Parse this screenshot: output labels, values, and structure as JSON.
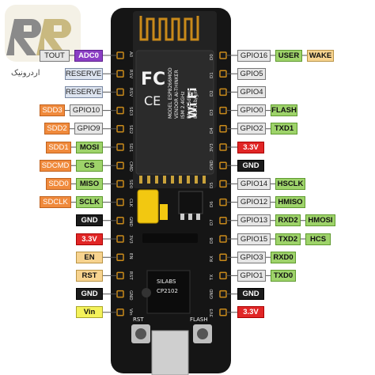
{
  "logo": {
    "text": "اردرونیک"
  },
  "left_rows": [
    {
      "name": "row-adc0",
      "labels": [
        {
          "text": "TOUT",
          "style": "gray"
        },
        {
          "text": "ADC0",
          "style": "purple"
        }
      ]
    },
    {
      "name": "row-reserved-1",
      "labels": [
        {
          "text": "RESERVED",
          "style": "blue-gray"
        }
      ]
    },
    {
      "name": "row-reserved-2",
      "labels": [
        {
          "text": "RESERVED",
          "style": "blue-gray"
        }
      ]
    },
    {
      "name": "row-gpio10",
      "labels": [
        {
          "text": "SDD3",
          "style": "orange"
        },
        {
          "text": "GPIO10",
          "style": "gray"
        }
      ]
    },
    {
      "name": "row-gpio9",
      "labels": [
        {
          "text": "SDD2",
          "style": "orange"
        },
        {
          "text": "GPIO9",
          "style": "gray"
        }
      ]
    },
    {
      "name": "row-mosi",
      "labels": [
        {
          "text": "SDD1",
          "style": "orange"
        },
        {
          "text": "MOSI",
          "style": "green"
        }
      ]
    },
    {
      "name": "row-cs",
      "labels": [
        {
          "text": "SDCMD",
          "style": "orange"
        },
        {
          "text": "CS",
          "style": "green"
        }
      ]
    },
    {
      "name": "row-miso",
      "labels": [
        {
          "text": "SDD0",
          "style": "orange"
        },
        {
          "text": "MISO",
          "style": "green"
        }
      ]
    },
    {
      "name": "row-sclk",
      "labels": [
        {
          "text": "SDCLK",
          "style": "orange"
        },
        {
          "text": "SCLK",
          "style": "green"
        }
      ]
    },
    {
      "name": "row-gnd-1",
      "labels": [
        {
          "text": "GND",
          "style": "black"
        }
      ]
    },
    {
      "name": "row-3v3-1",
      "labels": [
        {
          "text": "3.3V",
          "style": "red"
        }
      ]
    },
    {
      "name": "row-en",
      "labels": [
        {
          "text": "EN",
          "style": "tan"
        }
      ]
    },
    {
      "name": "row-rst",
      "labels": [
        {
          "text": "RST",
          "style": "tan"
        }
      ]
    },
    {
      "name": "row-gnd-2",
      "labels": [
        {
          "text": "GND",
          "style": "black"
        }
      ]
    },
    {
      "name": "row-vin",
      "labels": [
        {
          "text": "Vin",
          "style": "yellow"
        }
      ]
    }
  ],
  "right_rows": [
    {
      "name": "row-gpio16",
      "labels": [
        {
          "text": "GPIO16",
          "style": "gray"
        },
        {
          "text": "USER",
          "style": "green"
        },
        {
          "text": "WAKE",
          "style": "tan"
        }
      ]
    },
    {
      "name": "row-gpio5",
      "labels": [
        {
          "text": "GPIO5",
          "style": "gray"
        }
      ]
    },
    {
      "name": "row-gpio4",
      "labels": [
        {
          "text": "GPIO4",
          "style": "gray"
        }
      ]
    },
    {
      "name": "row-gpio0",
      "labels": [
        {
          "text": "GPIO0",
          "style": "gray"
        },
        {
          "text": "FLASH",
          "style": "green"
        }
      ]
    },
    {
      "name": "row-gpio2",
      "labels": [
        {
          "text": "GPIO2",
          "style": "gray"
        },
        {
          "text": "TXD1",
          "style": "green"
        }
      ]
    },
    {
      "name": "row-3v3-2",
      "labels": [
        {
          "text": "3.3V",
          "style": "red"
        }
      ]
    },
    {
      "name": "row-gnd-3",
      "labels": [
        {
          "text": "GND",
          "style": "black"
        }
      ]
    },
    {
      "name": "row-gpio14",
      "labels": [
        {
          "text": "GPIO14",
          "style": "gray"
        },
        {
          "text": "HSCLK",
          "style": "green"
        }
      ]
    },
    {
      "name": "row-gpio12",
      "labels": [
        {
          "text": "GPIO12",
          "style": "gray"
        },
        {
          "text": "HMISO",
          "style": "green"
        }
      ]
    },
    {
      "name": "row-gpio13",
      "labels": [
        {
          "text": "GPIO13",
          "style": "gray"
        },
        {
          "text": "RXD2",
          "style": "green"
        },
        {
          "text": "HMOSI",
          "style": "green"
        }
      ]
    },
    {
      "name": "row-gpio15",
      "labels": [
        {
          "text": "GPIO15",
          "style": "gray"
        },
        {
          "text": "TXD2",
          "style": "green"
        },
        {
          "text": "HCS",
          "style": "green"
        }
      ]
    },
    {
      "name": "row-gpio3",
      "labels": [
        {
          "text": "GPIO3",
          "style": "gray"
        },
        {
          "text": "RXD0",
          "style": "green"
        }
      ]
    },
    {
      "name": "row-gpio1",
      "labels": [
        {
          "text": "GPIO1",
          "style": "gray"
        },
        {
          "text": "TXD0",
          "style": "green"
        }
      ]
    },
    {
      "name": "row-gnd-4",
      "labels": [
        {
          "text": "GND",
          "style": "black"
        }
      ]
    },
    {
      "name": "row-3v3-3",
      "labels": [
        {
          "text": "3.3V",
          "style": "red"
        }
      ]
    }
  ],
  "left_pins": [
    "A0",
    "RSV",
    "RSV",
    "SD3",
    "SD2",
    "SD1",
    "CMD",
    "SD0",
    "CLK",
    "GND",
    "3V3",
    "EN",
    "RST",
    "GND",
    "Vin"
  ],
  "right_pins": [
    "D0",
    "D1",
    "D2",
    "D3",
    "D4",
    "3V3",
    "GND",
    "D5",
    "D6",
    "D7",
    "D8",
    "RX",
    "TX",
    "GND",
    "3V3"
  ],
  "module": {
    "brand": "FC",
    "cert": "CE",
    "model_lines": [
      "MODEL ESP8266MOD",
      "VENDOR AI-THINKER",
      "ISM 2.4GHz",
      "PA +25dBm",
      "802.11b/g/n"
    ],
    "wifi": "Wi Fi"
  },
  "usb_chip": {
    "lines": [
      "SILABS",
      "CP2102"
    ]
  },
  "buttons": {
    "rst": "RST",
    "flash": "FLASH"
  },
  "colors": {
    "board": "#151515",
    "module": "#1f1f1f",
    "pin": "#b8860b"
  }
}
